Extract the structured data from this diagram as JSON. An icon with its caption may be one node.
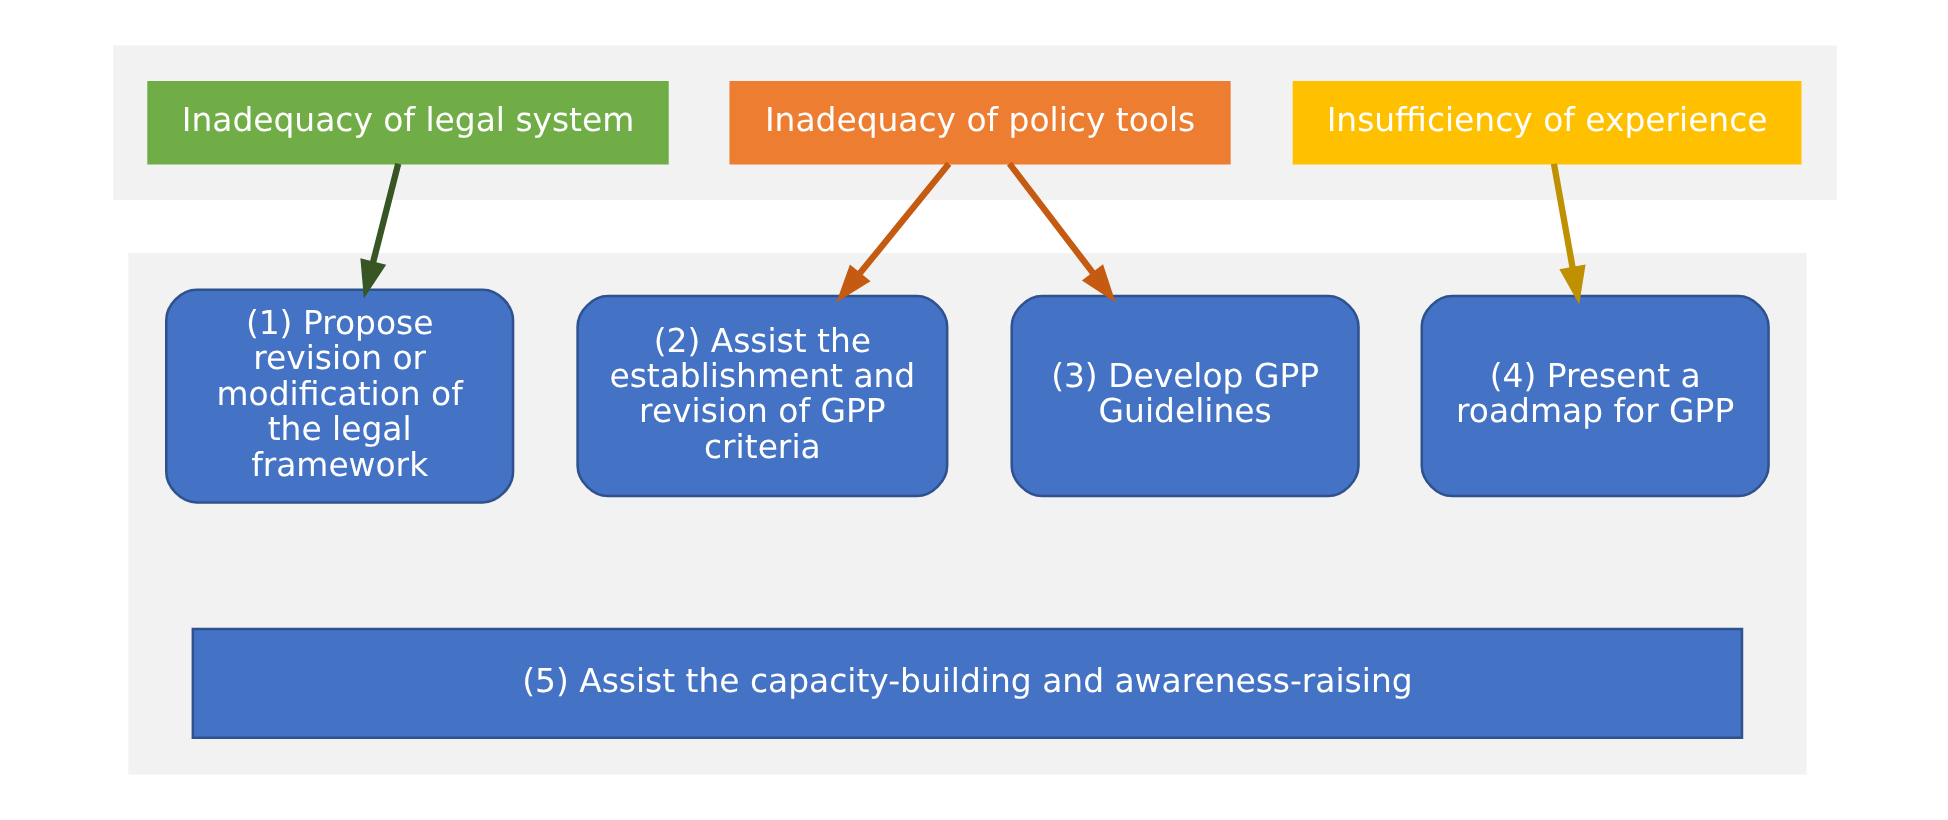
{
  "diagram": {
    "nodes": [
      {
        "text": [],
        "shape": "box"
      },
      {
        "text": [
          "Inadequacy of legal system"
        ],
        "in": 0
      },
      {
        "text": [
          "Inadequacy of policy tools"
        ],
        "in": 0
      },
      {
        "text": [
          "Insufficiency of experience"
        ],
        "in": 0
      },
      {
        "text": [],
        "shape": "box"
      },
      {
        "text": [
          "(1) Propose revision or modification of the legal framework"
        ],
        "in": 4
      },
      {
        "text": [
          "(2) Assist the establishment and revision of GPP criteria"
        ],
        "in": 4
      },
      {
        "text": [
          "(3) Develop GPP Guidelines"
        ],
        "in": 4
      },
      {
        "text": [
          "(4) Present a roadmap for GPP"
        ],
        "in": 4
      },
      {
        "text": [
          "(5) Assist the capacity-building and awareness-raising"
        ],
        "in": 4
      }
    ],
    "edges": [
      {
        "from": 1,
        "to": 5,
        "arrow": "to",
        "color": "#375623"
      },
      {
        "from": 2,
        "to": 6,
        "arrow": "to",
        "color": "#c55a11"
      },
      {
        "from": 2,
        "to": 7,
        "arrow": "to",
        "color": "#c55a11"
      },
      {
        "from": 3,
        "to": 8,
        "arrow": "to",
        "color": "#bf9000"
      }
    ]
  }
}
